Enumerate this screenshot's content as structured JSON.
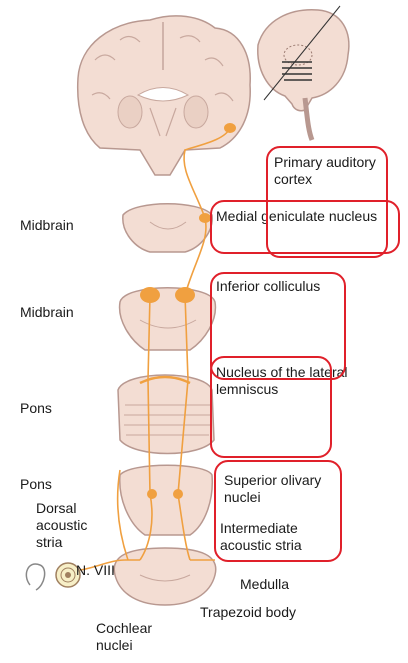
{
  "labels": {
    "midbrain_top": "Midbrain",
    "midbrain_bottom": "Midbrain",
    "pons_top": "Pons",
    "pons_bottom": "Pons",
    "primary_auditory_cortex": "Primary auditory cortex",
    "medial_geniculate": "Medial geniculate nucleus",
    "inferior_colliculus": "Inferior colliculus",
    "lateral_lemniscus": "Nucleus of the lateral lemniscus",
    "superior_olivary": "Superior olivary nuclei",
    "intermediate_stria": "Intermediate acoustic stria",
    "dorsal_stria": "Dorsal acoustic stria",
    "nerve_viii": "N. VIII",
    "medulla": "Medulla",
    "trapezoid": "Trapezoid body",
    "cochlear_nuclei": "Cochlear nuclei"
  },
  "colors": {
    "highlight_box": "#e0202a",
    "pathway": "#f0a040",
    "tissue": "#f3ddd3",
    "tissue_outline": "#b89890"
  }
}
